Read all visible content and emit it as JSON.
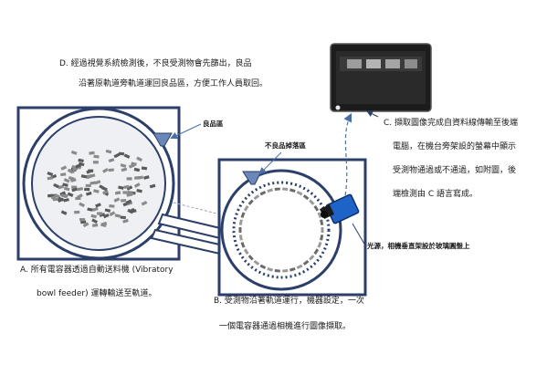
{
  "texts": {
    "d_line1": "D.  經過視覺系統檢測後，不良受測物會先篩出，良品",
    "d_line2": "沿著原軌道旁軌道運回良品區，方便工作人員取回。",
    "good_zone": "良品區",
    "reject_zone": "不良品掉落區",
    "c_line1": "C.  擷取圖像完成自資料線傳輸至後端",
    "c_line2": "電腦，在機台旁架設的螢幕中顯示",
    "c_line3": "受測物通過或不通過，如附圖，後",
    "c_line4": "端檢測由 C 語言寫成。",
    "light_label": "光源，相機垂直架設於玻璃圓盤上",
    "a_line1": "A.  所有電容器透過自動送料機  (Vibratory",
    "a_line2": "bowl feeder)  運轉輸送至軌道。",
    "b_line1": "B.  受測物沿著軌道運行，機器設定，一次",
    "b_line2": "一個電容器通過相機進行圖像擷取。"
  },
  "colors": {
    "frame": "#2b3f6a",
    "bowl_fill": "#eef0f4",
    "arrow": "#4a6fa5",
    "camera": "#1e63c8"
  }
}
